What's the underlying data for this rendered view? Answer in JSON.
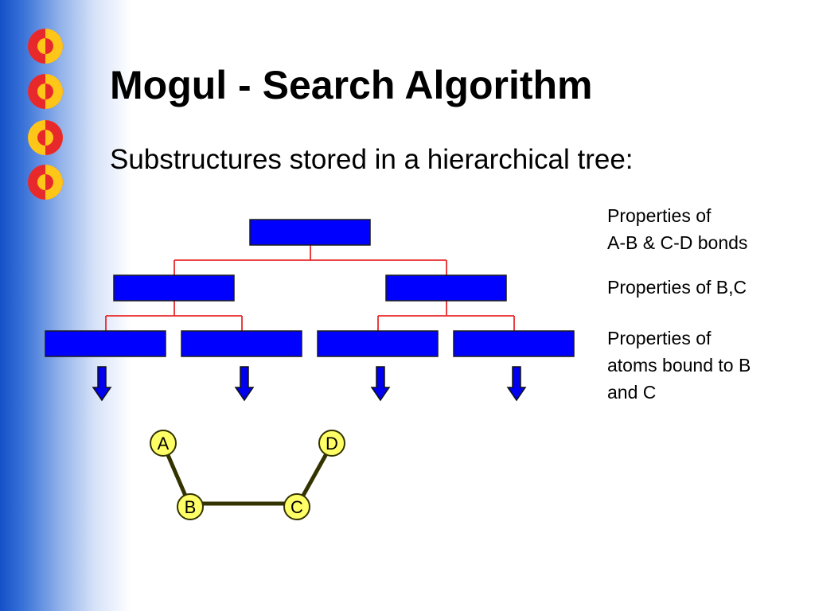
{
  "slide": {
    "title": "Mogul - Search Algorithm",
    "subtitle": "Substructures stored in a hierarchical tree:"
  },
  "labels": {
    "level1": [
      "Properties of",
      "A-B & C-D bonds"
    ],
    "level2": [
      "Properties of B,C"
    ],
    "level3": [
      "Properties of",
      "atoms bound to B",
      "and C"
    ]
  },
  "tree": {
    "levels": [
      1,
      2,
      4
    ],
    "leaf_arrows": 4
  },
  "molecule": {
    "atoms": [
      "A",
      "B",
      "C",
      "D"
    ],
    "bonds": [
      [
        "A",
        "B"
      ],
      [
        "B",
        "C"
      ],
      [
        "C",
        "D"
      ]
    ]
  },
  "colors": {
    "tree_node": "#0000ff",
    "connector": "#e8292b",
    "arrow": "#0000ee",
    "atom_fill": "#ffff66",
    "bond": "#333300",
    "logo_red": "#e8292b",
    "logo_yellow": "#ffc61a",
    "band": "#1550c8"
  },
  "icons": [
    "logo-mark-icon"
  ]
}
